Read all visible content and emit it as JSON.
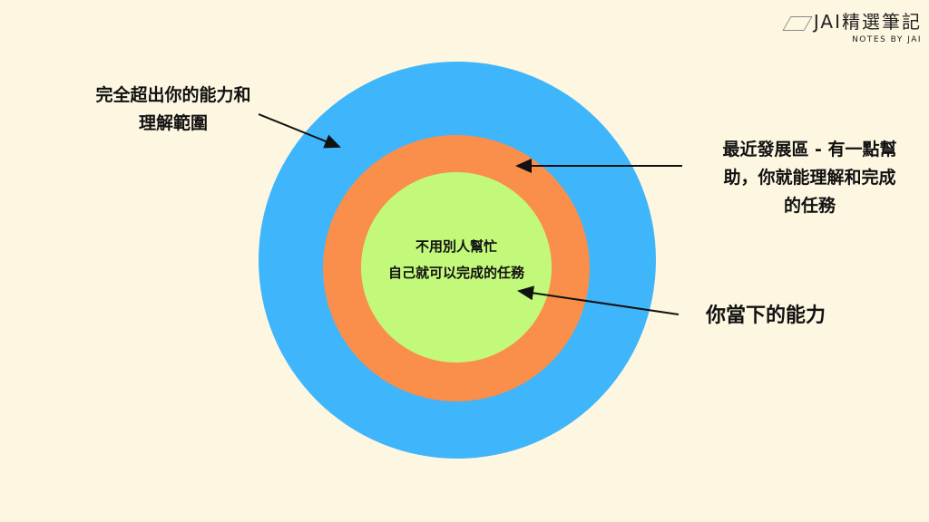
{
  "logo": {
    "title": "JAI精選筆記",
    "subtitle": "NOTES BY JAI"
  },
  "zones": {
    "outer": {
      "label_line1": "完全超出你的能力和",
      "label_line2": "理解範圍",
      "color": "#3fb5fb"
    },
    "middle": {
      "label_line1": "最近發展區 - 有一點幫",
      "label_line2": "助，你就能理解和完成",
      "label_line3": "的任務",
      "color": "#f98f4a"
    },
    "inner": {
      "text_line1": "不用別人幫忙",
      "text_line2": "自己就可以完成的任務",
      "label": "你當下的能力",
      "color": "#c3f97a"
    }
  }
}
